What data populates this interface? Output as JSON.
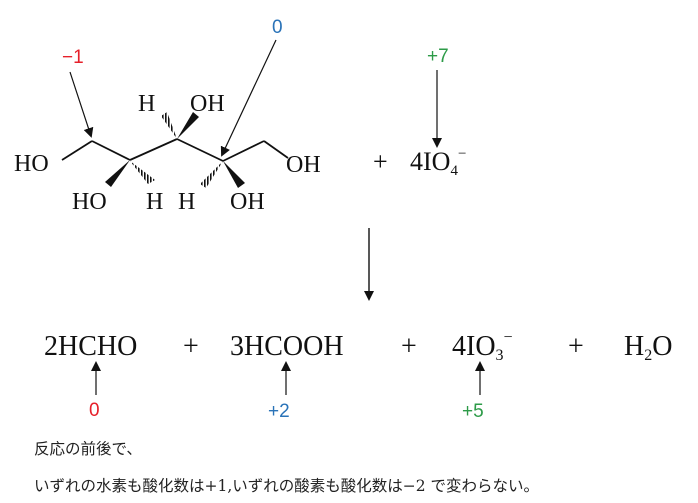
{
  "colors": {
    "red": "#e6202a",
    "blue": "#2a73b8",
    "green": "#2d9b48",
    "ink": "#111111"
  },
  "reactant": {
    "labels": {
      "ho_left": "HO",
      "oh_right": "OH",
      "oh_top": "OH",
      "ho_bottom": "HO",
      "oh_bottom": "OH",
      "h_top": "H",
      "h_bottom1": "H",
      "h_bottom2": "H"
    },
    "plus": "+",
    "reagent_main": "4IO",
    "reagent_sub": "4",
    "reagent_charge": "−"
  },
  "oxidation_states": {
    "c1": "−1",
    "c3": "0",
    "i_periodate": "+7",
    "c_formaldehyde": "0",
    "c_formic": "+2",
    "i_iodate": "+5"
  },
  "products": {
    "p1": "2HCHO",
    "plus1": "+",
    "p2": "3HCOOH",
    "plus2": "+",
    "p3_main": "4IO",
    "p3_sub": "3",
    "p3_charge": "−",
    "plus3": "+",
    "p4_main": "H",
    "p4_sub": "2",
    "p4_end": "O"
  },
  "notes": {
    "line1": "反応の前後で、",
    "line2": "いずれの水素も酸化数は+1,いずれの酸素も酸化数は−2 で変わらない。"
  }
}
